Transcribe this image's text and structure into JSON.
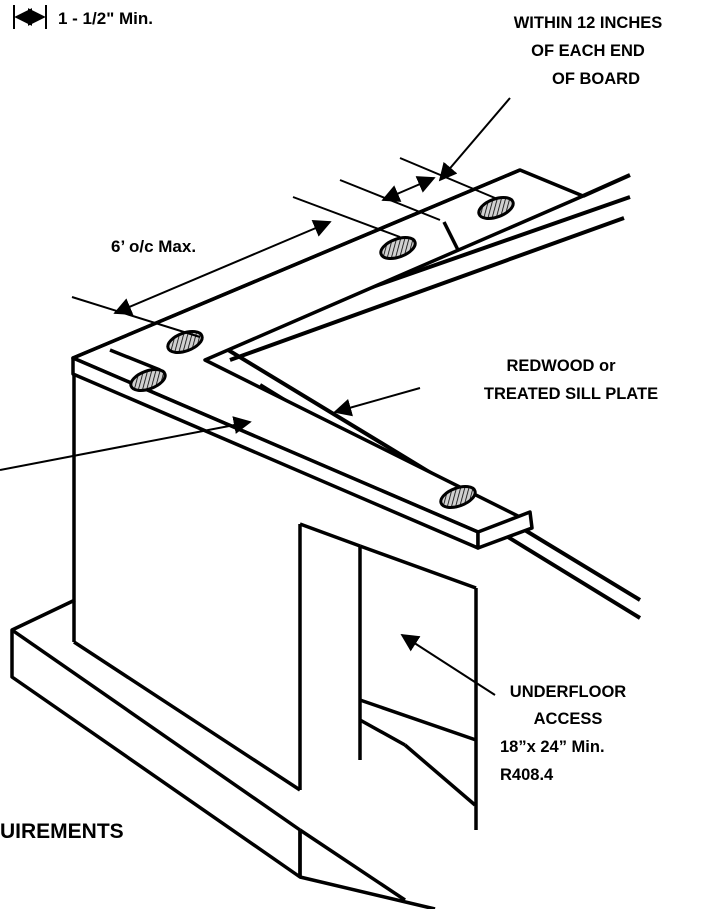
{
  "labels": {
    "min_spacing": "1 - 1/2\" Min.",
    "within_12": {
      "line1": "WITHIN 12 INCHES",
      "line2": "OF EACH END",
      "line3": "OF BOARD"
    },
    "spacing": "6’ o/c Max.",
    "sill_plate": {
      "line1": "REDWOOD or",
      "line2": "TREATED SILL PLATE"
    },
    "underfloor": {
      "line1": "UNDERFLOOR",
      "line2": "ACCESS",
      "line3": "18”x 24” Min.",
      "line4": "R408.4"
    },
    "title_partial": "UIREMENTS"
  },
  "colors": {
    "ink": "#000000",
    "paper": "#ffffff",
    "plate": "#ffffff",
    "bolt_fill": "#bdbdbd"
  }
}
